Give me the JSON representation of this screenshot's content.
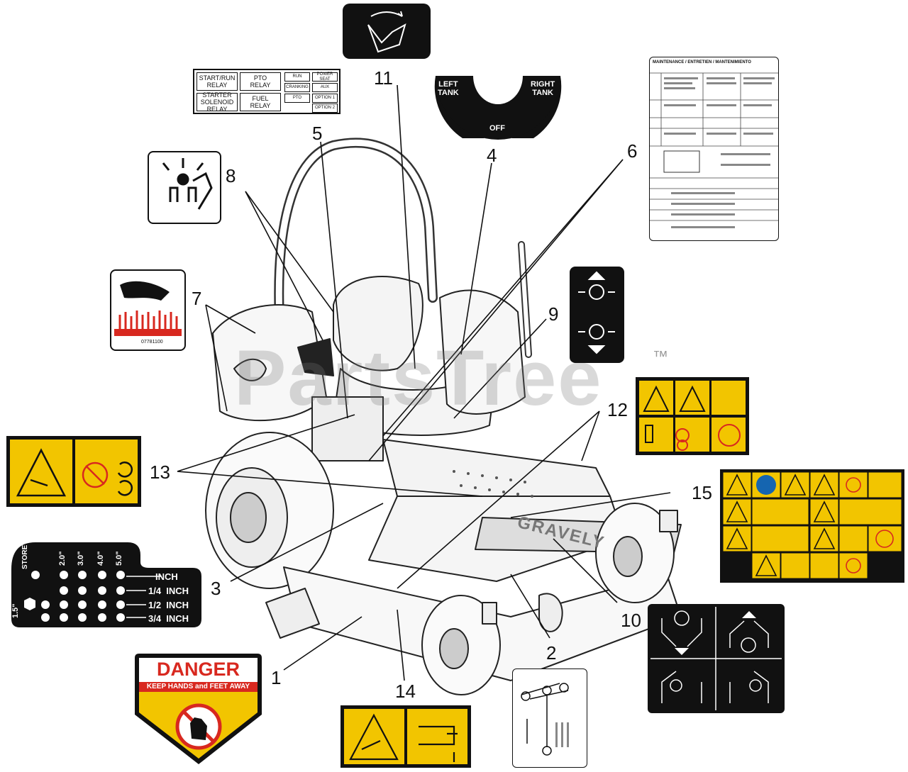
{
  "callouts": [
    "1",
    "2",
    "3",
    "4",
    "5",
    "6",
    "7",
    "8",
    "9",
    "10",
    "11",
    "12",
    "13",
    "14",
    "15"
  ],
  "relay_decal": {
    "cells": [
      "START/RUN\nRELAY",
      "PTO\nRELAY",
      "STARTER\nSOLENOID\nRELAY",
      "FUEL\nRELAY"
    ],
    "small_cells": [
      "RUN",
      "POWER SEAT",
      "CRANKING",
      "AUX",
      "PTO",
      "OPTION 1",
      "OPTION 2"
    ]
  },
  "tank_decal": {
    "left": "LEFT\nTANK",
    "right": "RIGHT\nTANK",
    "off": "OFF"
  },
  "maintenance_decal": {
    "title": "MAINTENANCE / ENTRETIEN / MANTENIMIENTO"
  },
  "heat_decal": {
    "code": "07781100"
  },
  "cutting_height_decal": {
    "store": "STORE",
    "heights": [
      "2.0\"",
      "3.0\"",
      "4.0\"",
      "5.0\""
    ],
    "left_height": "1.5\"",
    "rows": [
      "INCH",
      "1/4  INCH",
      "1/2  INCH",
      "3/4  INCH"
    ]
  },
  "danger_decal": {
    "title": "DANGER",
    "subtitle": "KEEP HANDS and FEET AWAY"
  },
  "mower_brand": "GRAVELY",
  "watermark": {
    "text": "PartsTree",
    "tm": "™"
  },
  "colors": {
    "safety_yellow": "#f2c500",
    "danger_red": "#d8281f",
    "decal_black": "#111111"
  }
}
